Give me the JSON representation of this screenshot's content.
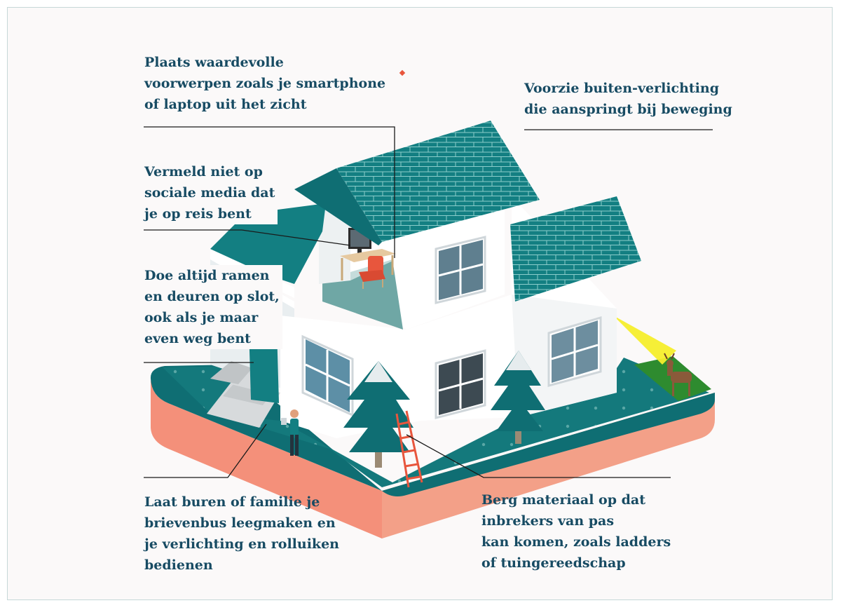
{
  "tips": {
    "valuables": "Plaats waardevolle\nvoorwerpen zoals je smartphone\nof laptop uit het zicht",
    "social": "Vermeld niet op\nsociale media dat\nje op reis bent",
    "lock": "Doe altijd ramen\nen deuren op slot,\nook als je maar\neven weg bent",
    "outdoor_light": "Voorzie buiten-verlichting\ndie aanspringt bij beweging",
    "neighbours": "Laat buren of familie je\nbrievenbus leegmaken en\nje verlichting en rolluiken\nbedienen",
    "tools": "Berg materiaal op dat\ninbrekers van pas\nkan komen, zoals ladders\nof tuingereedschap"
  },
  "colors": {
    "text": "#174b63",
    "roof": "#137f82",
    "ground_top": "#14797c",
    "soil": "#f4907a",
    "wall": "#ffffff",
    "wall_shade": "#e9eef0",
    "light_beam": "#f6ee2c",
    "lawn": "#2e8b2f",
    "leader_line": "#1a1a1a"
  },
  "icons": [
    "lamp-icon",
    "monitor-icon",
    "chair-icon",
    "deer-icon",
    "ladder-icon",
    "tree-icon",
    "person-icon",
    "stairs-icon"
  ]
}
